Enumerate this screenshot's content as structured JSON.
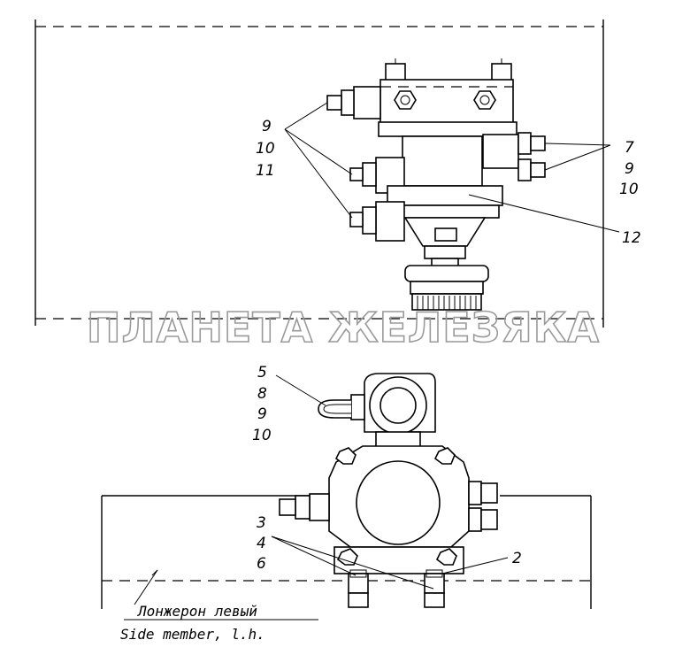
{
  "watermark": "ПЛАНЕТА ЖЕЛЕЗЯКА",
  "top_view": {
    "labels_left": [
      "9",
      "10",
      "11"
    ],
    "labels_right": [
      "7",
      "9",
      "10"
    ],
    "label_12": "12"
  },
  "bottom_view": {
    "labels_upper": [
      "5",
      "8",
      "9",
      "10"
    ],
    "labels_lower": [
      "3",
      "4",
      "6"
    ],
    "label_2": "2",
    "caption_ru": "Лонжерон левый",
    "caption_en": "Side member, l.h."
  }
}
